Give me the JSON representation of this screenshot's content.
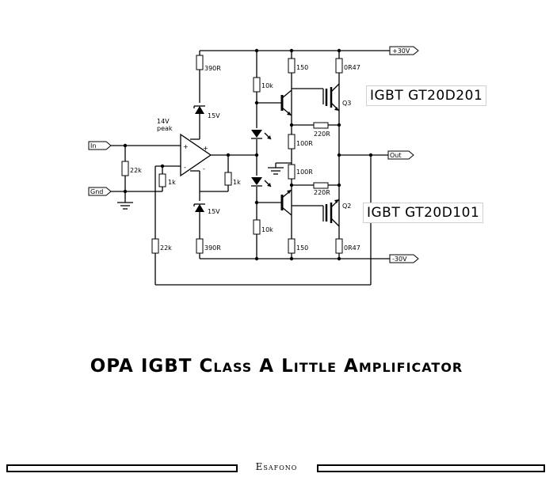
{
  "rails": {
    "pos": "+30V",
    "neg": "-30V"
  },
  "ports": {
    "in": "In",
    "gnd": "Gnd",
    "out": "Out"
  },
  "opamp": {
    "note_line1": "14V",
    "note_line2": "peak",
    "plus": "+",
    "minus": "-"
  },
  "resistors": {
    "r390_top": "390R",
    "r390_bot": "390R",
    "r10k_top": "10k",
    "r10k_bot": "10k",
    "r150_top": "150",
    "r150_bot": "150",
    "r0r47_top": "0R47",
    "r0r47_bot": "0R47",
    "r220_top": "220R",
    "r220_bot": "220R",
    "r100_top": "100R",
    "r100_bot": "100R",
    "r22k_in": "22k",
    "r22k_fb": "22k",
    "r1k_a": "1k",
    "r1k_b": "1k"
  },
  "zeners": {
    "top": "15V",
    "bot": "15V"
  },
  "transistors": {
    "q3": "Q3",
    "q2": "Q2"
  },
  "part_labels": {
    "top": "IGBT GT20D201",
    "bottom": "IGBT GT20D101"
  },
  "title": "OPA IGBT Class A Little Amplificator",
  "footer": "Esafono"
}
